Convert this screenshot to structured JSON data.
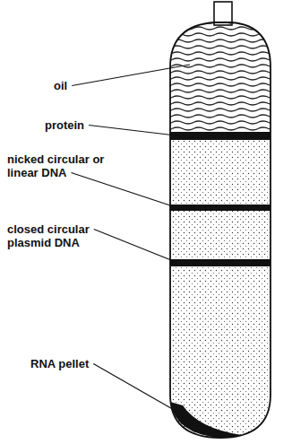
{
  "diagram": {
    "labels": [
      "oil",
      "protein",
      "nicked circular or linear DNA",
      "closed circular plasmid DNA",
      "RNA pellet"
    ]
  }
}
